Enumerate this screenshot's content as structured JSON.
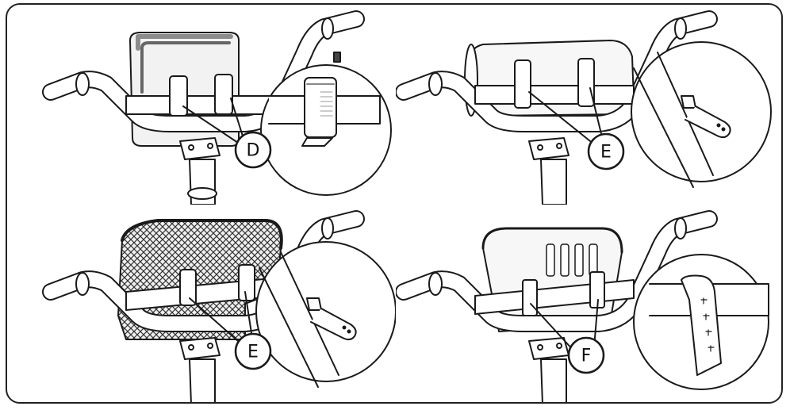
{
  "panels": [
    {
      "id": "p1",
      "label": "D",
      "accessory": "bag"
    },
    {
      "id": "p2",
      "label": "E",
      "accessory": "roll"
    },
    {
      "id": "p3",
      "label": "E",
      "accessory": "wicker-basket"
    },
    {
      "id": "p4",
      "label": "F",
      "accessory": "plastic-basket"
    }
  ],
  "colors": {
    "line": "#1a1a1a",
    "fill": "#ffffff",
    "shade": "#d9d9d9",
    "dark": "#8c8c8c"
  }
}
